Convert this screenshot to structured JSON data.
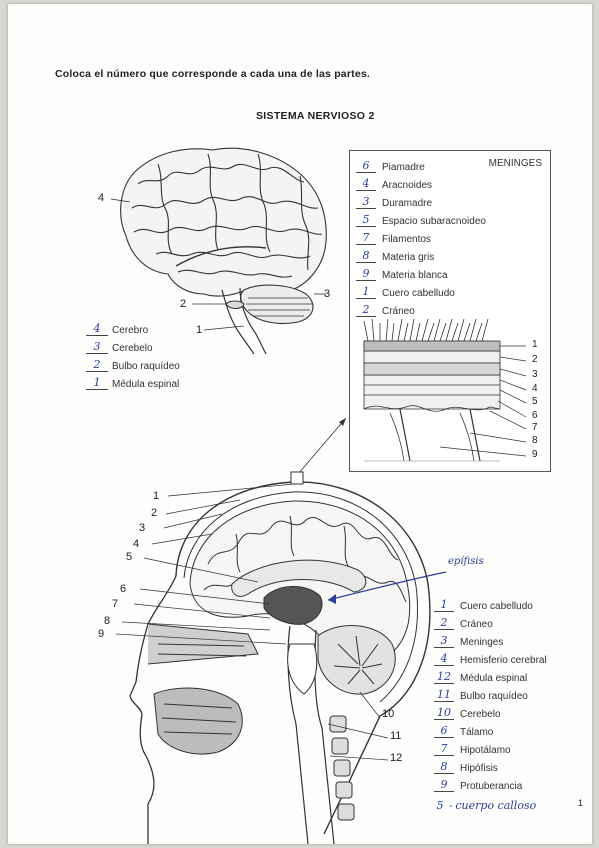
{
  "instructions": "Coloca el número que corresponde a cada una de las partes.",
  "title": "SISTEMA NERVIOSO 2",
  "brain_labels": [
    "4",
    "2",
    "1",
    "3"
  ],
  "brain_legend": [
    {
      "answer": "4",
      "label": "Cerebro"
    },
    {
      "answer": "3",
      "label": "Cerebelo"
    },
    {
      "answer": "2",
      "label": "Bulbo raquídeo"
    },
    {
      "answer": "1",
      "label": "Médula espinal"
    }
  ],
  "meninges": {
    "heading": "MENINGES",
    "items": [
      {
        "answer": "6",
        "label": "Piamadre"
      },
      {
        "answer": "4",
        "label": "Aracnoides"
      },
      {
        "answer": "3",
        "label": "Duramadre"
      },
      {
        "answer": "5",
        "label": "Espacio subaracnoideo"
      },
      {
        "answer": "7",
        "label": "Filamentos"
      },
      {
        "answer": "8",
        "label": "Materia gris"
      },
      {
        "answer": "9",
        "label": "Materia blanca"
      },
      {
        "answer": "1",
        "label": "Cuero cabelludo"
      },
      {
        "answer": "2",
        "label": "Cráneo"
      }
    ],
    "diagram_numbers": [
      "1",
      "2",
      "3",
      "4",
      "5",
      "6",
      "7",
      "8",
      "9"
    ]
  },
  "head_labels_left": [
    "1",
    "2",
    "3",
    "4",
    "5",
    "6",
    "7",
    "8",
    "9"
  ],
  "head_labels_right": [
    "10",
    "11",
    "12"
  ],
  "head_annotation": "epífisis",
  "head_legend": [
    {
      "answer": "1",
      "label": "Cuero cabelludo"
    },
    {
      "answer": "2",
      "label": "Cráneo"
    },
    {
      "answer": "3",
      "label": "Meninges"
    },
    {
      "answer": "4",
      "label": "Hemisferio cerebral"
    },
    {
      "answer": "12",
      "label": "Médula espinal"
    },
    {
      "answer": "11",
      "label": "Bulbo raquídeo"
    },
    {
      "answer": "10",
      "label": "Cerebelo"
    },
    {
      "answer": "6",
      "label": "Tálamo"
    },
    {
      "answer": "7",
      "label": "Hipotálamo"
    },
    {
      "answer": "8",
      "label": "Hipófisis"
    },
    {
      "answer": "9",
      "label": "Protuberancia"
    },
    {
      "answer": "5",
      "label": "cuerpo calloso",
      "prefix": "-"
    }
  ],
  "page_mark": "1"
}
